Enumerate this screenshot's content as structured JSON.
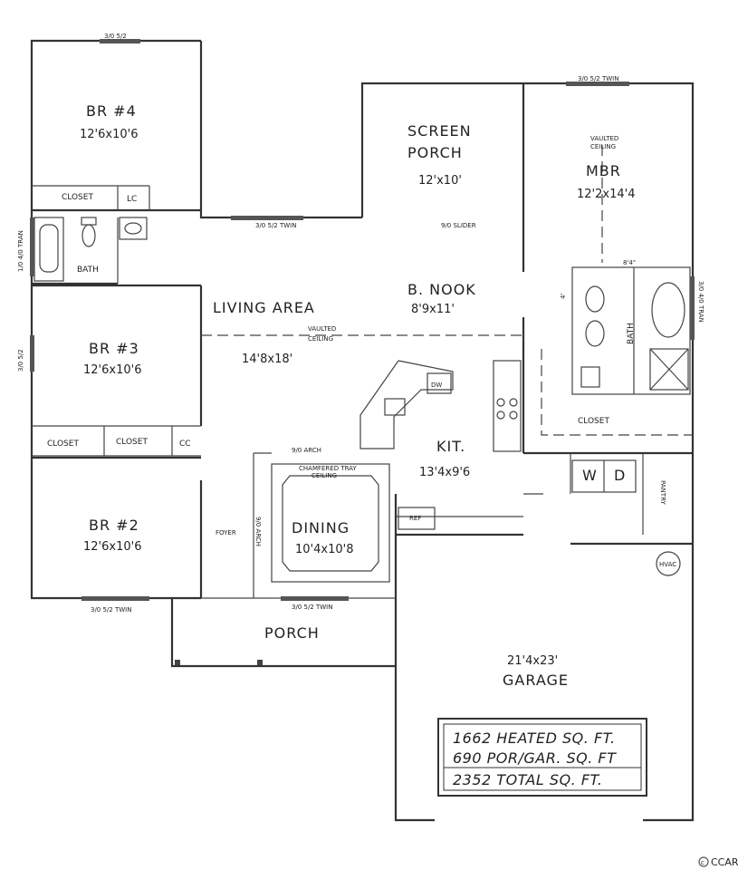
{
  "rooms": {
    "br4": {
      "name": "BR #4",
      "dim": "12'6x10'6"
    },
    "screen_porch": {
      "name_line1": "SCREEN",
      "name_line2": "PORCH",
      "dim": "12'x10'"
    },
    "mbr": {
      "name": "MBR",
      "dim": "12'2x14'4",
      "ceiling_line1": "VAULTED",
      "ceiling_line2": "CEILING"
    },
    "living": {
      "name": "LIVING AREA",
      "dim": "14'8x18'",
      "ceiling_line1": "VAULTED",
      "ceiling_line2": "CEILING"
    },
    "nook": {
      "name": "B. NOOK",
      "dim": "8'9x11'"
    },
    "br3": {
      "name": "BR #3",
      "dim": "12'6x10'6"
    },
    "kit": {
      "name": "KIT.",
      "dim": "13'4x9'6"
    },
    "dining": {
      "name": "DINING",
      "dim": "10'4x10'8",
      "ceiling_line1": "CHAMFERED TRAY",
      "ceiling_line2": "CEILING"
    },
    "br2": {
      "name": "BR #2",
      "dim": "12'6x10'6"
    },
    "porch": {
      "name": "PORCH"
    },
    "garage": {
      "dim": "21'4x23'",
      "name": "GARAGE"
    }
  },
  "labels": {
    "closet_br4": "CLOSET",
    "lc": "LC",
    "bath_hall": "BATH",
    "closet_br3": "CLOSET",
    "closet_br2": "CLOSET",
    "cc": "CC",
    "foyer": "FOYER",
    "mbr_bath": "BATH",
    "mbr_closet": "CLOSET",
    "dw": "DW",
    "w": "W",
    "d": "D",
    "pantry": "PANTRY",
    "ref": "REF",
    "hvac": "HVAC",
    "bath_dim_w": "8'4\"",
    "bath_dim_h": "4'"
  },
  "windows": {
    "br4_top": "3/0 5/2",
    "hall_twin": "3/0 5/2 TWIN",
    "slider": "9/0 SLIDER",
    "mbr_top": "3/0 5/2 TWIN",
    "bath_left": "1/0 4/0 TRAN",
    "br3_left": "3/0 5/2",
    "br2_bottom": "3/0 5/2 TWIN",
    "dining_bottom": "3/0 5/2 TWIN",
    "mbr_bath_right": "3/0 4/0 TRAN",
    "arch_top": "9/0 ARCH",
    "arch_side": "9/0 ARCH"
  },
  "summary": {
    "heated": "1662 HEATED SQ. FT.",
    "por_gar": "690 POR/GAR. SQ. FT",
    "total": "2352 TOTAL SQ. FT."
  },
  "watermark": "CCAR"
}
